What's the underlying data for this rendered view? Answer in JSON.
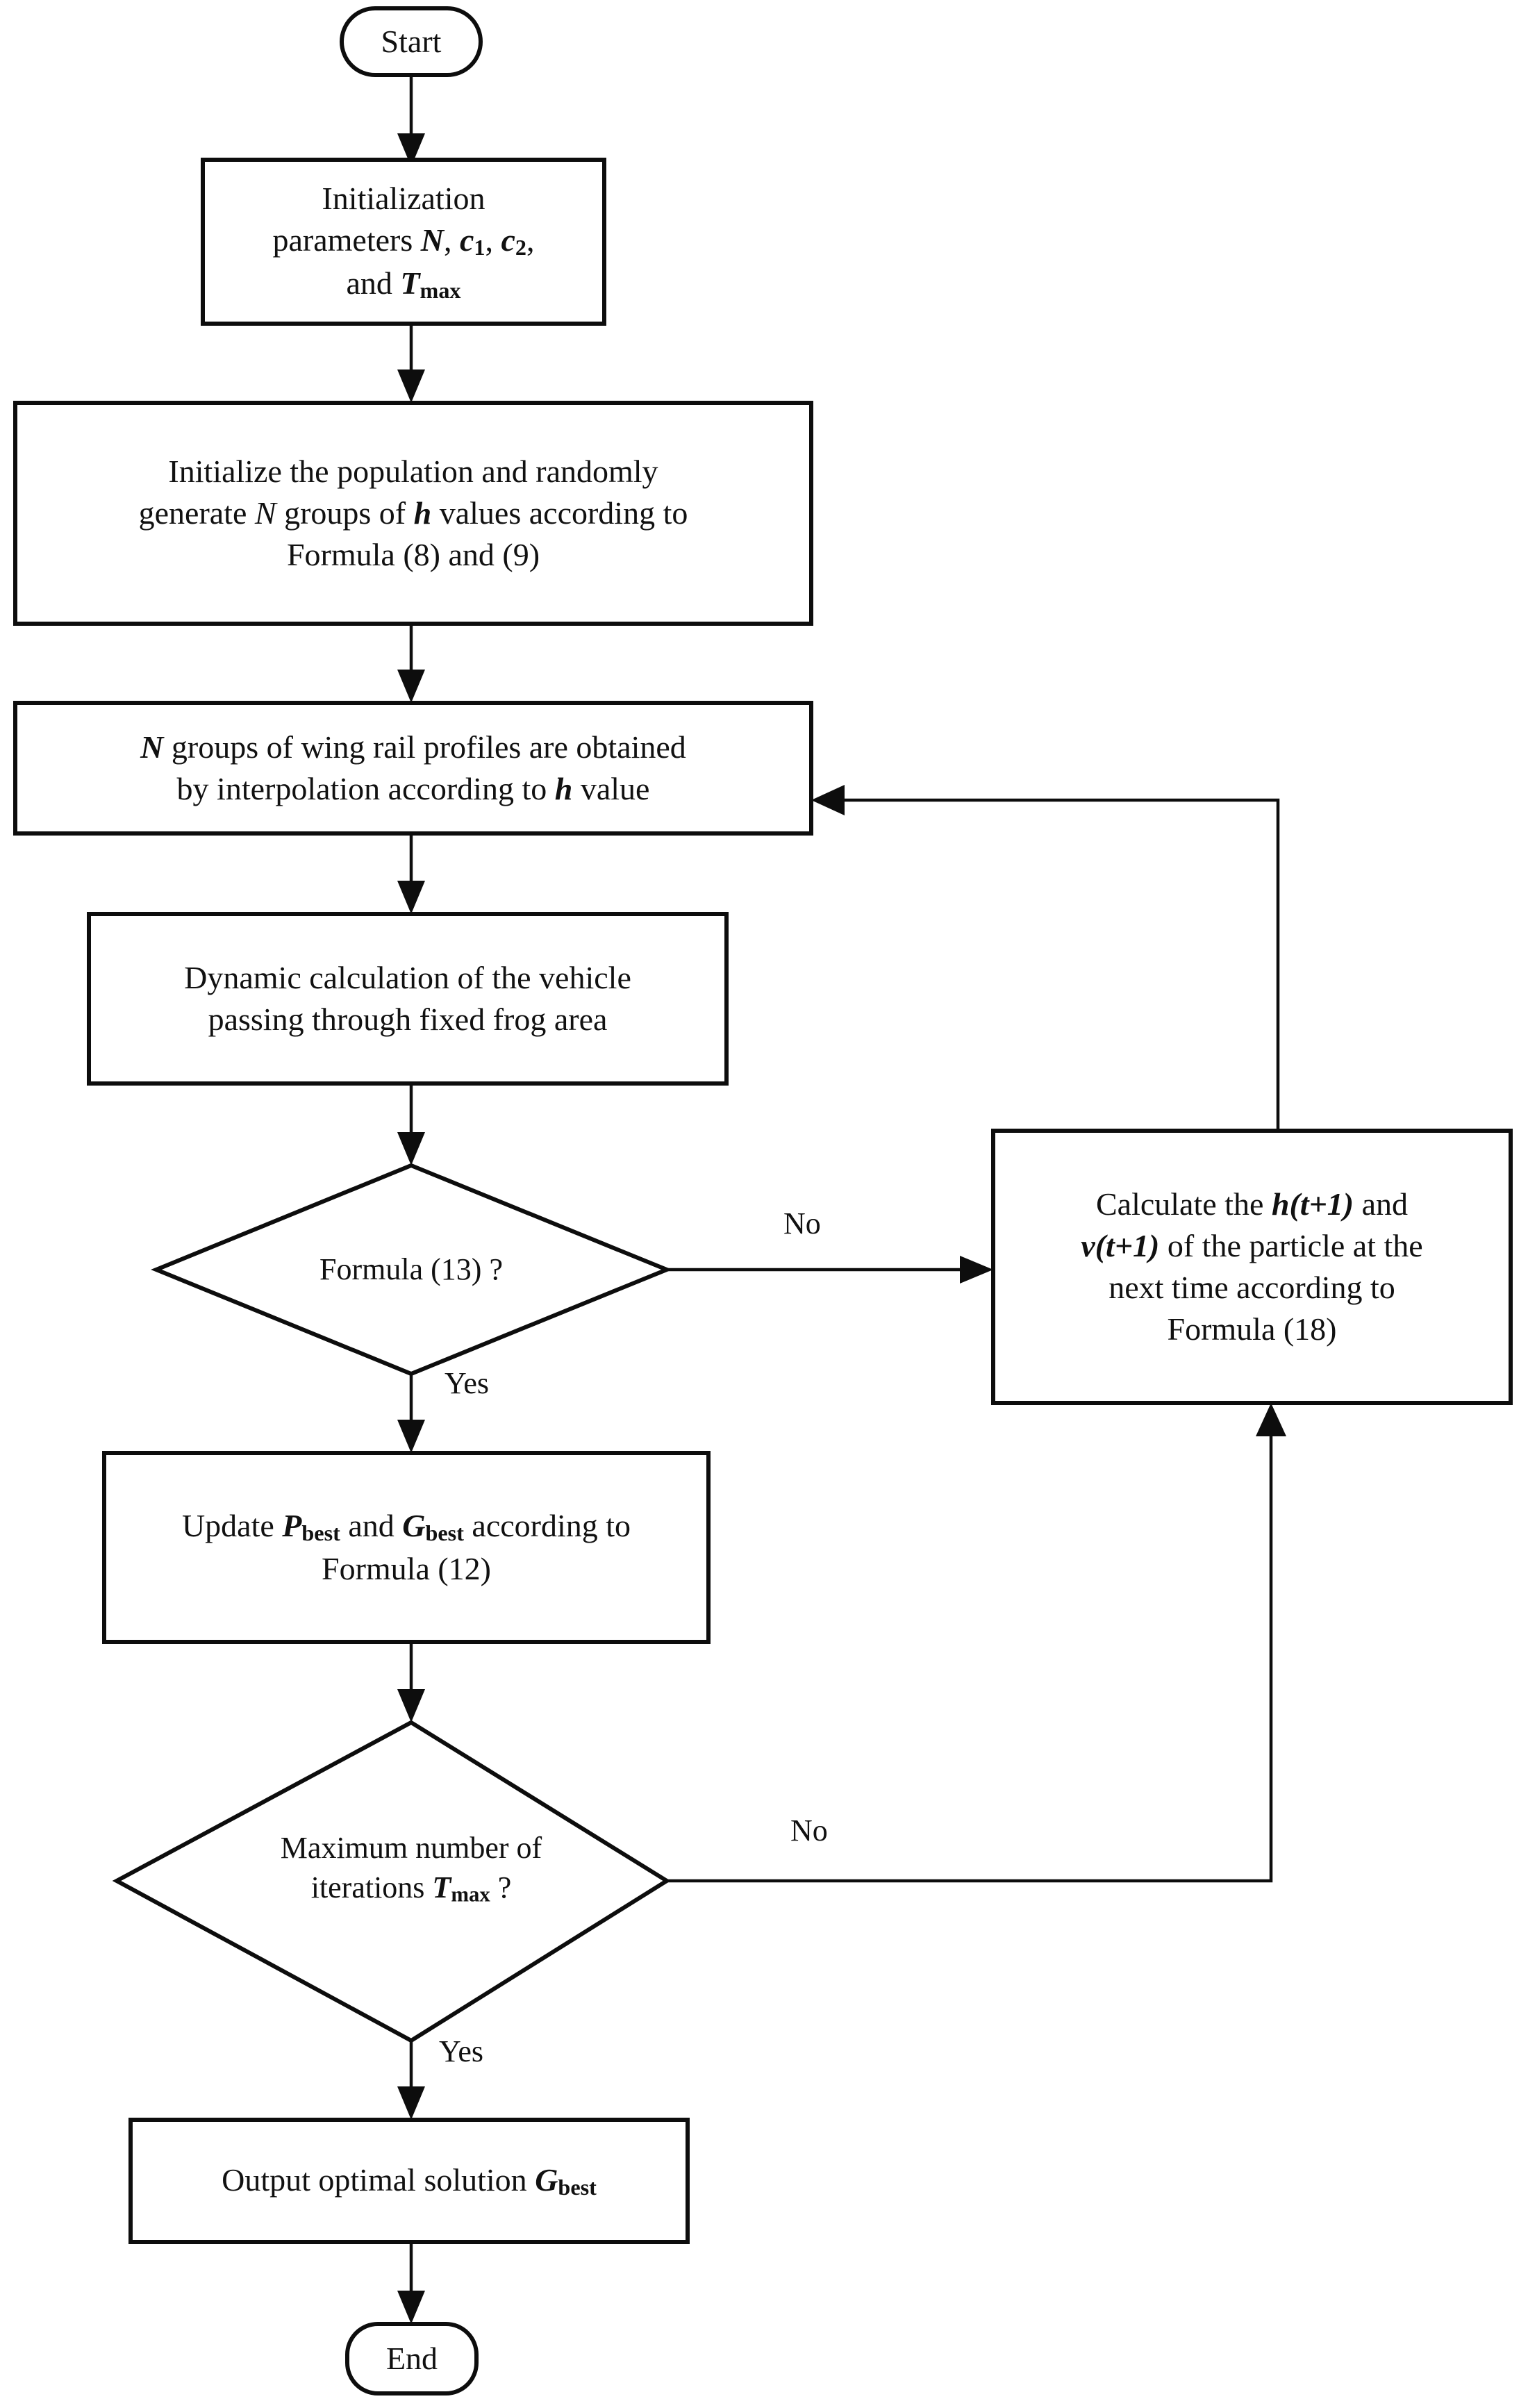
{
  "diagram": {
    "type": "flowchart",
    "title": "PSO optimization flowchart for wing rail profile",
    "orientation": "top-to-bottom",
    "background_color": "#ffffff",
    "line_color": "#0d0d0d",
    "text_color": "#111111"
  },
  "nodes": {
    "start": {
      "shape": "terminator",
      "label": "Start"
    },
    "init_params": {
      "shape": "process",
      "line1": "Initialization",
      "line2_pre": "parameters ",
      "line2_n": "N",
      "line2_mid": ", ",
      "line2_c1": "c",
      "line2_c1_sub": "1",
      "line2_mid2": ", ",
      "line2_c2": "c",
      "line2_c2_sub": "2",
      "line2_post": ",",
      "line3_pre": "and ",
      "line3_t": "T",
      "line3_t_sub": "max"
    },
    "init_population": {
      "shape": "process",
      "line1": "Initialize the population and randomly",
      "line2_pre": "generate ",
      "line2_n": "N",
      "line2_mid": " groups of ",
      "line2_h": "h",
      "line2_post": " values according to",
      "line3": "Formula (8) and (9)"
    },
    "wing_rail_profiles": {
      "shape": "process",
      "line1_n": "N",
      "line1_post": " groups of wing rail profiles are obtained",
      "line2_pre": "by interpolation according to ",
      "line2_h": "h",
      "line2_post": " value"
    },
    "dynamic_calc": {
      "shape": "process",
      "line1": "Dynamic calculation of the vehicle",
      "line2": "passing through fixed frog area"
    },
    "decision_formula13": {
      "shape": "decision",
      "label": "Formula (13) ?"
    },
    "calculate_next": {
      "shape": "process",
      "line1_pre": "Calculate the ",
      "line1_h": "h",
      "line1_paren1": "(",
      "line1_t": "t",
      "line1_plus": "+1)",
      "line1_post": " and",
      "line2_v": "v",
      "line2_paren1": "(",
      "line2_t": "t",
      "line2_plus": "+1)",
      "line2_post": " of the  particle at the",
      "line3": "next time according to",
      "line4": "Formula (18)"
    },
    "update_best": {
      "shape": "process",
      "line1_pre": "Update ",
      "line1_p": "P",
      "line1_p_sub": "best",
      "line1_mid": " and ",
      "line1_g": "G",
      "line1_g_sub": "best",
      "line1_post": " according to",
      "line2": "Formula (12)"
    },
    "decision_max_iter": {
      "shape": "decision",
      "line1": "Maximum number of",
      "line2_pre": "iterations ",
      "line2_t": "T",
      "line2_t_sub": "max",
      "line2_post": " ?"
    },
    "output_solution": {
      "shape": "process",
      "line1_pre": "Output optimal solution ",
      "line1_g": "G",
      "line1_g_sub": "best"
    },
    "end": {
      "shape": "terminator",
      "label": "End"
    }
  },
  "edge_labels": {
    "formula13_no": "No",
    "formula13_yes": "Yes",
    "max_iter_no": "No",
    "max_iter_yes": "Yes"
  }
}
